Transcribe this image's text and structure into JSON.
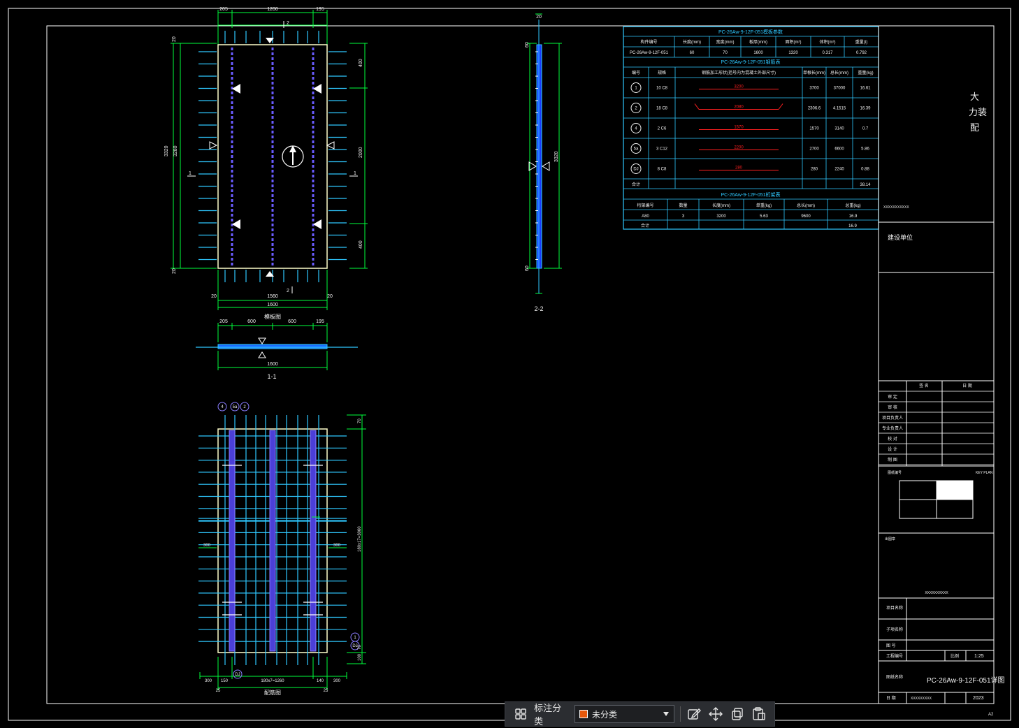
{
  "colors": {
    "frame": "#ffffff",
    "dim": "#00ff3c",
    "rebar": "#2fc8ff",
    "truss": "#6a5cff",
    "table": "#2fc8ff",
    "text": "#f2f2f2",
    "red": "#ff2020",
    "swatch": "#e8590c"
  },
  "plan": {
    "dims_top": [
      "205",
      "1200",
      "195"
    ],
    "top_mark": "2",
    "bottom_mark": "2",
    "left_mark": "1",
    "right_mark": "1",
    "left_dims": [
      "3320",
      "3280"
    ],
    "left_end": [
      "20",
      "20"
    ],
    "right_dims": [
      "400",
      "2000",
      "400"
    ],
    "bottom_dims": [
      "20",
      "1560",
      "20"
    ],
    "bottom_total": "1600",
    "title": "模板图"
  },
  "section11": {
    "dims_top": [
      "205",
      "600",
      "600",
      "195"
    ],
    "bottom": "1600",
    "label": "1-1"
  },
  "section22": {
    "top": "20",
    "side": [
      "60",
      "60"
    ],
    "right": "3320",
    "label": "2-2"
  },
  "rebar_plan": {
    "markers": [
      "4",
      "5a",
      "2"
    ],
    "right_dims": [
      "70",
      "180x17=3060",
      "70",
      "100"
    ],
    "left_dim": "300",
    "right_dim": "300",
    "bottom_dims": [
      "300",
      "150",
      "180x7=1260",
      "140",
      "300"
    ],
    "bottom_ends": [
      "25",
      "25"
    ],
    "side_markers": [
      "1",
      "DJ"
    ],
    "bottom_marker": "DJ",
    "title": "配筋图"
  },
  "table1": {
    "title": "PC-26Aw-9-12F-051模板参数",
    "headers": [
      "构件编号",
      "长度(mm)",
      "宽度(mm)",
      "板厚(mm)",
      "面积(m²)",
      "体积(m³)",
      "重量(t)"
    ],
    "row": [
      "PC-26Aw-9-12F-051",
      "60",
      "70",
      "1600",
      "1320",
      "0.317",
      "0.792"
    ]
  },
  "table2": {
    "title": "PC-26Aw-9-12F-051钢筋表",
    "headers": [
      "编号",
      "规格",
      "钢筋加工形状(括号内为混凝土外部尺寸)",
      "单根长(mm)",
      "总长(mm)",
      "重量(kg)"
    ],
    "rows": [
      {
        "no": "1",
        "spec": "10 C8",
        "shape": "3200",
        "len": "3700",
        "total": "37000",
        "weight": "16.61"
      },
      {
        "no": "2",
        "spec": "18 C8",
        "shape": "2080",
        "len": "2306.6",
        "total": "4.1515",
        "weight": "16.39"
      },
      {
        "no": "4",
        "spec": "2 C6",
        "shape": "1570",
        "len": "1570",
        "total": "3140",
        "weight": "0.7"
      },
      {
        "no": "5a",
        "spec": "3 C12",
        "shape": "2200",
        "len": "2700",
        "total": "6600",
        "weight": "5.86"
      },
      {
        "no": "DJ",
        "spec": "8 C8",
        "shape": "280",
        "len": "280",
        "total": "2240",
        "weight": "0.88"
      }
    ],
    "total_label": "合计",
    "total": "38.14"
  },
  "table3": {
    "title": "PC-26Aw-9-12F-051桁架表",
    "headers": [
      "桁架编号",
      "数量",
      "长度(mm)",
      "单重(kg)",
      "总长(mm)",
      "总重(kg)"
    ],
    "row": [
      "A80",
      "3",
      "3200",
      "5.63",
      "9600",
      "16.9"
    ],
    "total_label": "合计",
    "total": "16.9"
  },
  "title_block": {
    "logo_lines": [
      "大",
      "力装",
      "配"
    ],
    "company_small": "XXXXXXXXXXX",
    "construction_unit": "建设单位",
    "sign_headers": [
      "签 名",
      "日 期"
    ],
    "sign_rows": [
      "审 定",
      "审 核",
      "项目负责人",
      "专业负责人",
      "校 对",
      "设 计",
      "制 图"
    ],
    "keymap_label": "图纸编号",
    "keymap_right": "KEY PLAN",
    "stamp_label": "出图章",
    "stamp_caption": "XXXXXXXXXX",
    "project_name": "项目名称",
    "sub_name": "子项名称",
    "drawing_no_label": "图 号",
    "drawing_no": "",
    "project_no_label": "工程编号",
    "scale_label": "比例",
    "scale": "1:25",
    "drawing_name_label": "图纸名称",
    "drawing_name": "PC-26Aw-9-12F-051详图",
    "date_label": "日 期",
    "date_sub": "XXXXXXXXX",
    "year": "2023",
    "sheet": "A2"
  },
  "toolbar": {
    "grid_icon": "grid-icon",
    "label": "标注分类",
    "category": "未分类",
    "icons": [
      "edit-icon",
      "move-icon",
      "copy-icon",
      "paste-icon"
    ]
  }
}
